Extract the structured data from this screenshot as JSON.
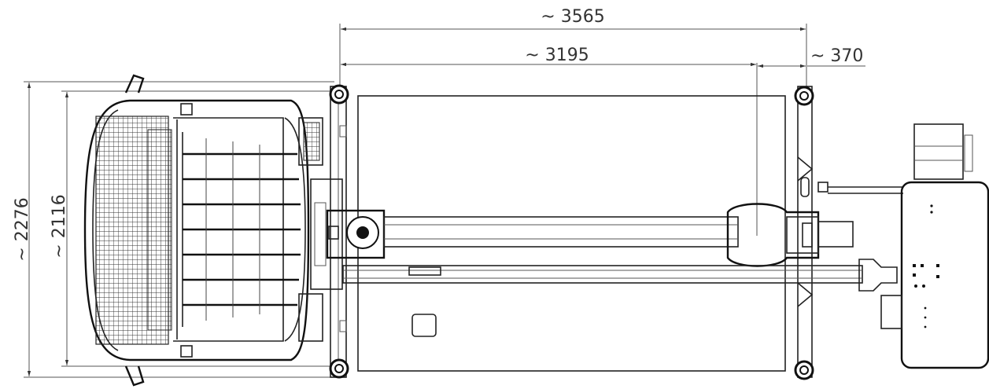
{
  "dimensions": {
    "overall_length": "~ 3565",
    "wheelbase": "~ 3195",
    "rear_offset": "~ 370",
    "overall_width": "~ 2276",
    "track_width": "~ 2116"
  }
}
